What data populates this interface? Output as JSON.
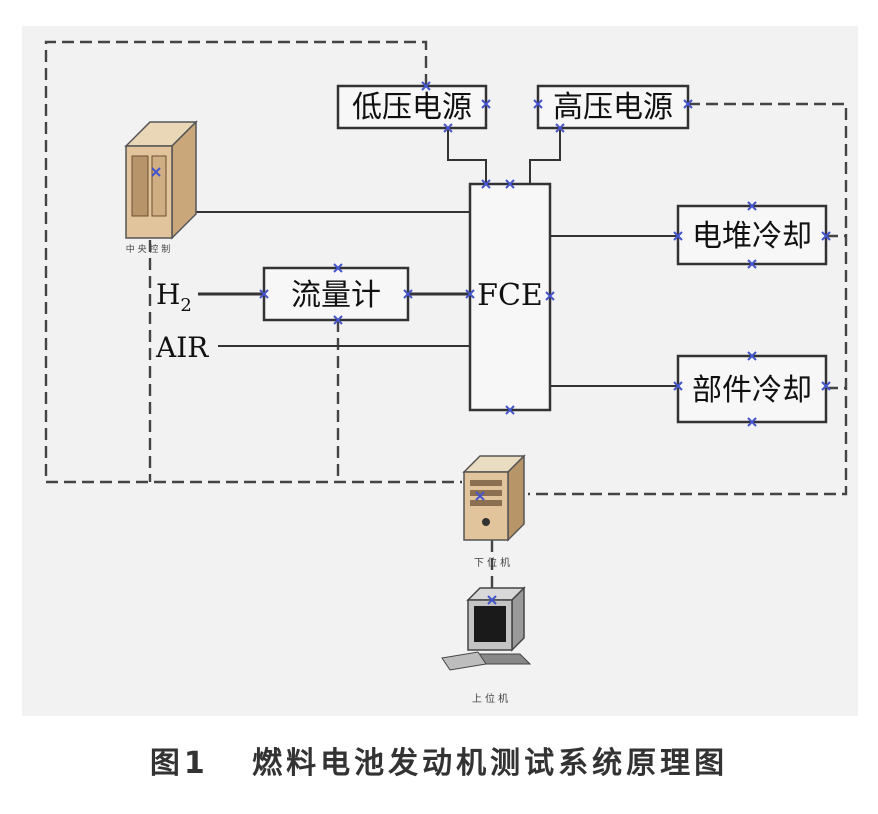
{
  "diagram": {
    "blocks": {
      "low_voltage_supply": "低压电源",
      "high_voltage_supply": "高压电源",
      "fce": "FCE",
      "stack_cooling": "电堆冷却",
      "component_cooling": "部件冷却",
      "flow_meter": "流量计"
    },
    "inputs": {
      "h2_main": "H",
      "h2_sub": "2",
      "air": "AIR"
    },
    "devices": {
      "central_controller_label": "中 央 控 制",
      "lower_computer_label": "下 位 机",
      "upper_computer_label": "上 位 机"
    },
    "colors": {
      "block_fill": "#f7f7f7",
      "block_stroke": "#333333",
      "connector_mark": "#4455cc",
      "frame_bg": "#f2f2f2"
    }
  },
  "caption": {
    "figure_number": "图1",
    "title": "燃料电池发动机测试系统原理图"
  }
}
